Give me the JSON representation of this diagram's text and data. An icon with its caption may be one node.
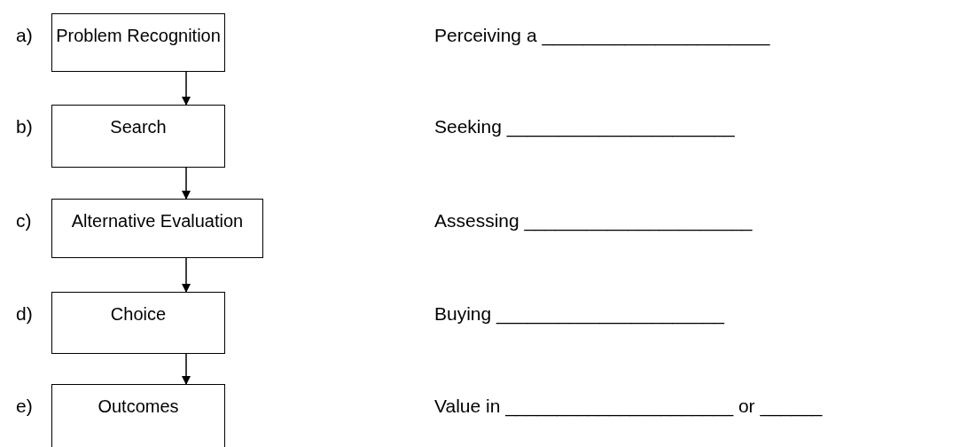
{
  "diagram": {
    "nodes": [
      {
        "text": [
          "Problem Recognition"
        ]
      },
      {
        "text": [
          "Search"
        ]
      },
      {
        "text": [
          "Alternative Evaluation"
        ]
      },
      {
        "text": [
          "Choice"
        ]
      },
      {
        "text": [
          "Outcomes"
        ]
      }
    ],
    "edges": [
      {
        "from": 0,
        "to": 1,
        "arrow": "to"
      },
      {
        "from": 1,
        "to": 2,
        "arrow": "to"
      },
      {
        "from": 2,
        "to": 3,
        "arrow": "to"
      },
      {
        "from": 3,
        "to": 4,
        "arrow": "to"
      }
    ],
    "labels": [
      "a)",
      "Perceiving a ______________________",
      "b)",
      "Seeking ______________________",
      "c)",
      "Assessing ______________________",
      "d)",
      "Buying ______________________",
      "e)",
      "Value in ______________________ or ______"
    ]
  }
}
